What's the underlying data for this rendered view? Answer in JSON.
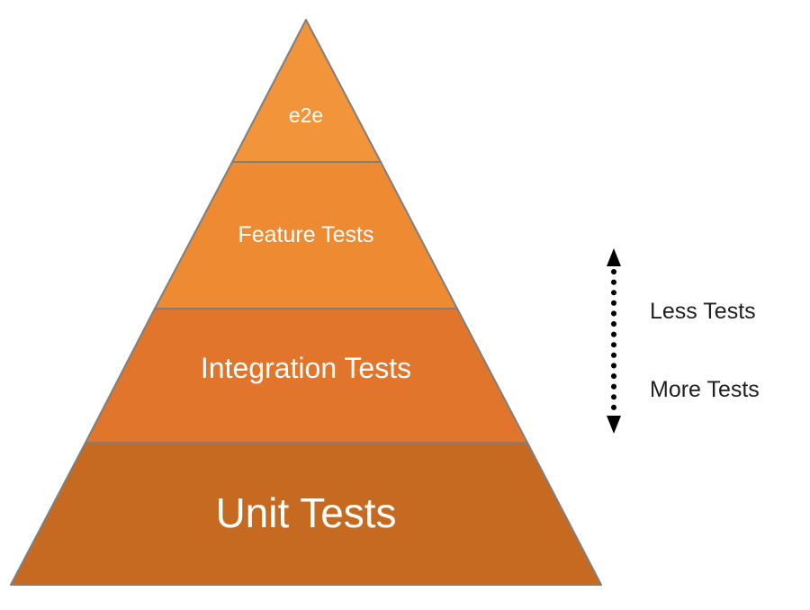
{
  "diagram": {
    "name": "testing-pyramid",
    "background": "#ffffff"
  },
  "pyramid": {
    "border_color": "#7f7f7f",
    "layers": [
      {
        "id": "e2e",
        "label": "e2e",
        "color": "#f2943a"
      },
      {
        "id": "feature-tests",
        "label": "Feature Tests",
        "color": "#ee8a32"
      },
      {
        "id": "integration-tests",
        "label": "Integration Tests",
        "color": "#e0752b"
      },
      {
        "id": "unit-tests",
        "label": "Unit Tests",
        "color": "#c76a21"
      }
    ]
  },
  "legend": {
    "arrow_color": "#000000",
    "less_label": "Less Tests",
    "more_label": "More Tests"
  }
}
